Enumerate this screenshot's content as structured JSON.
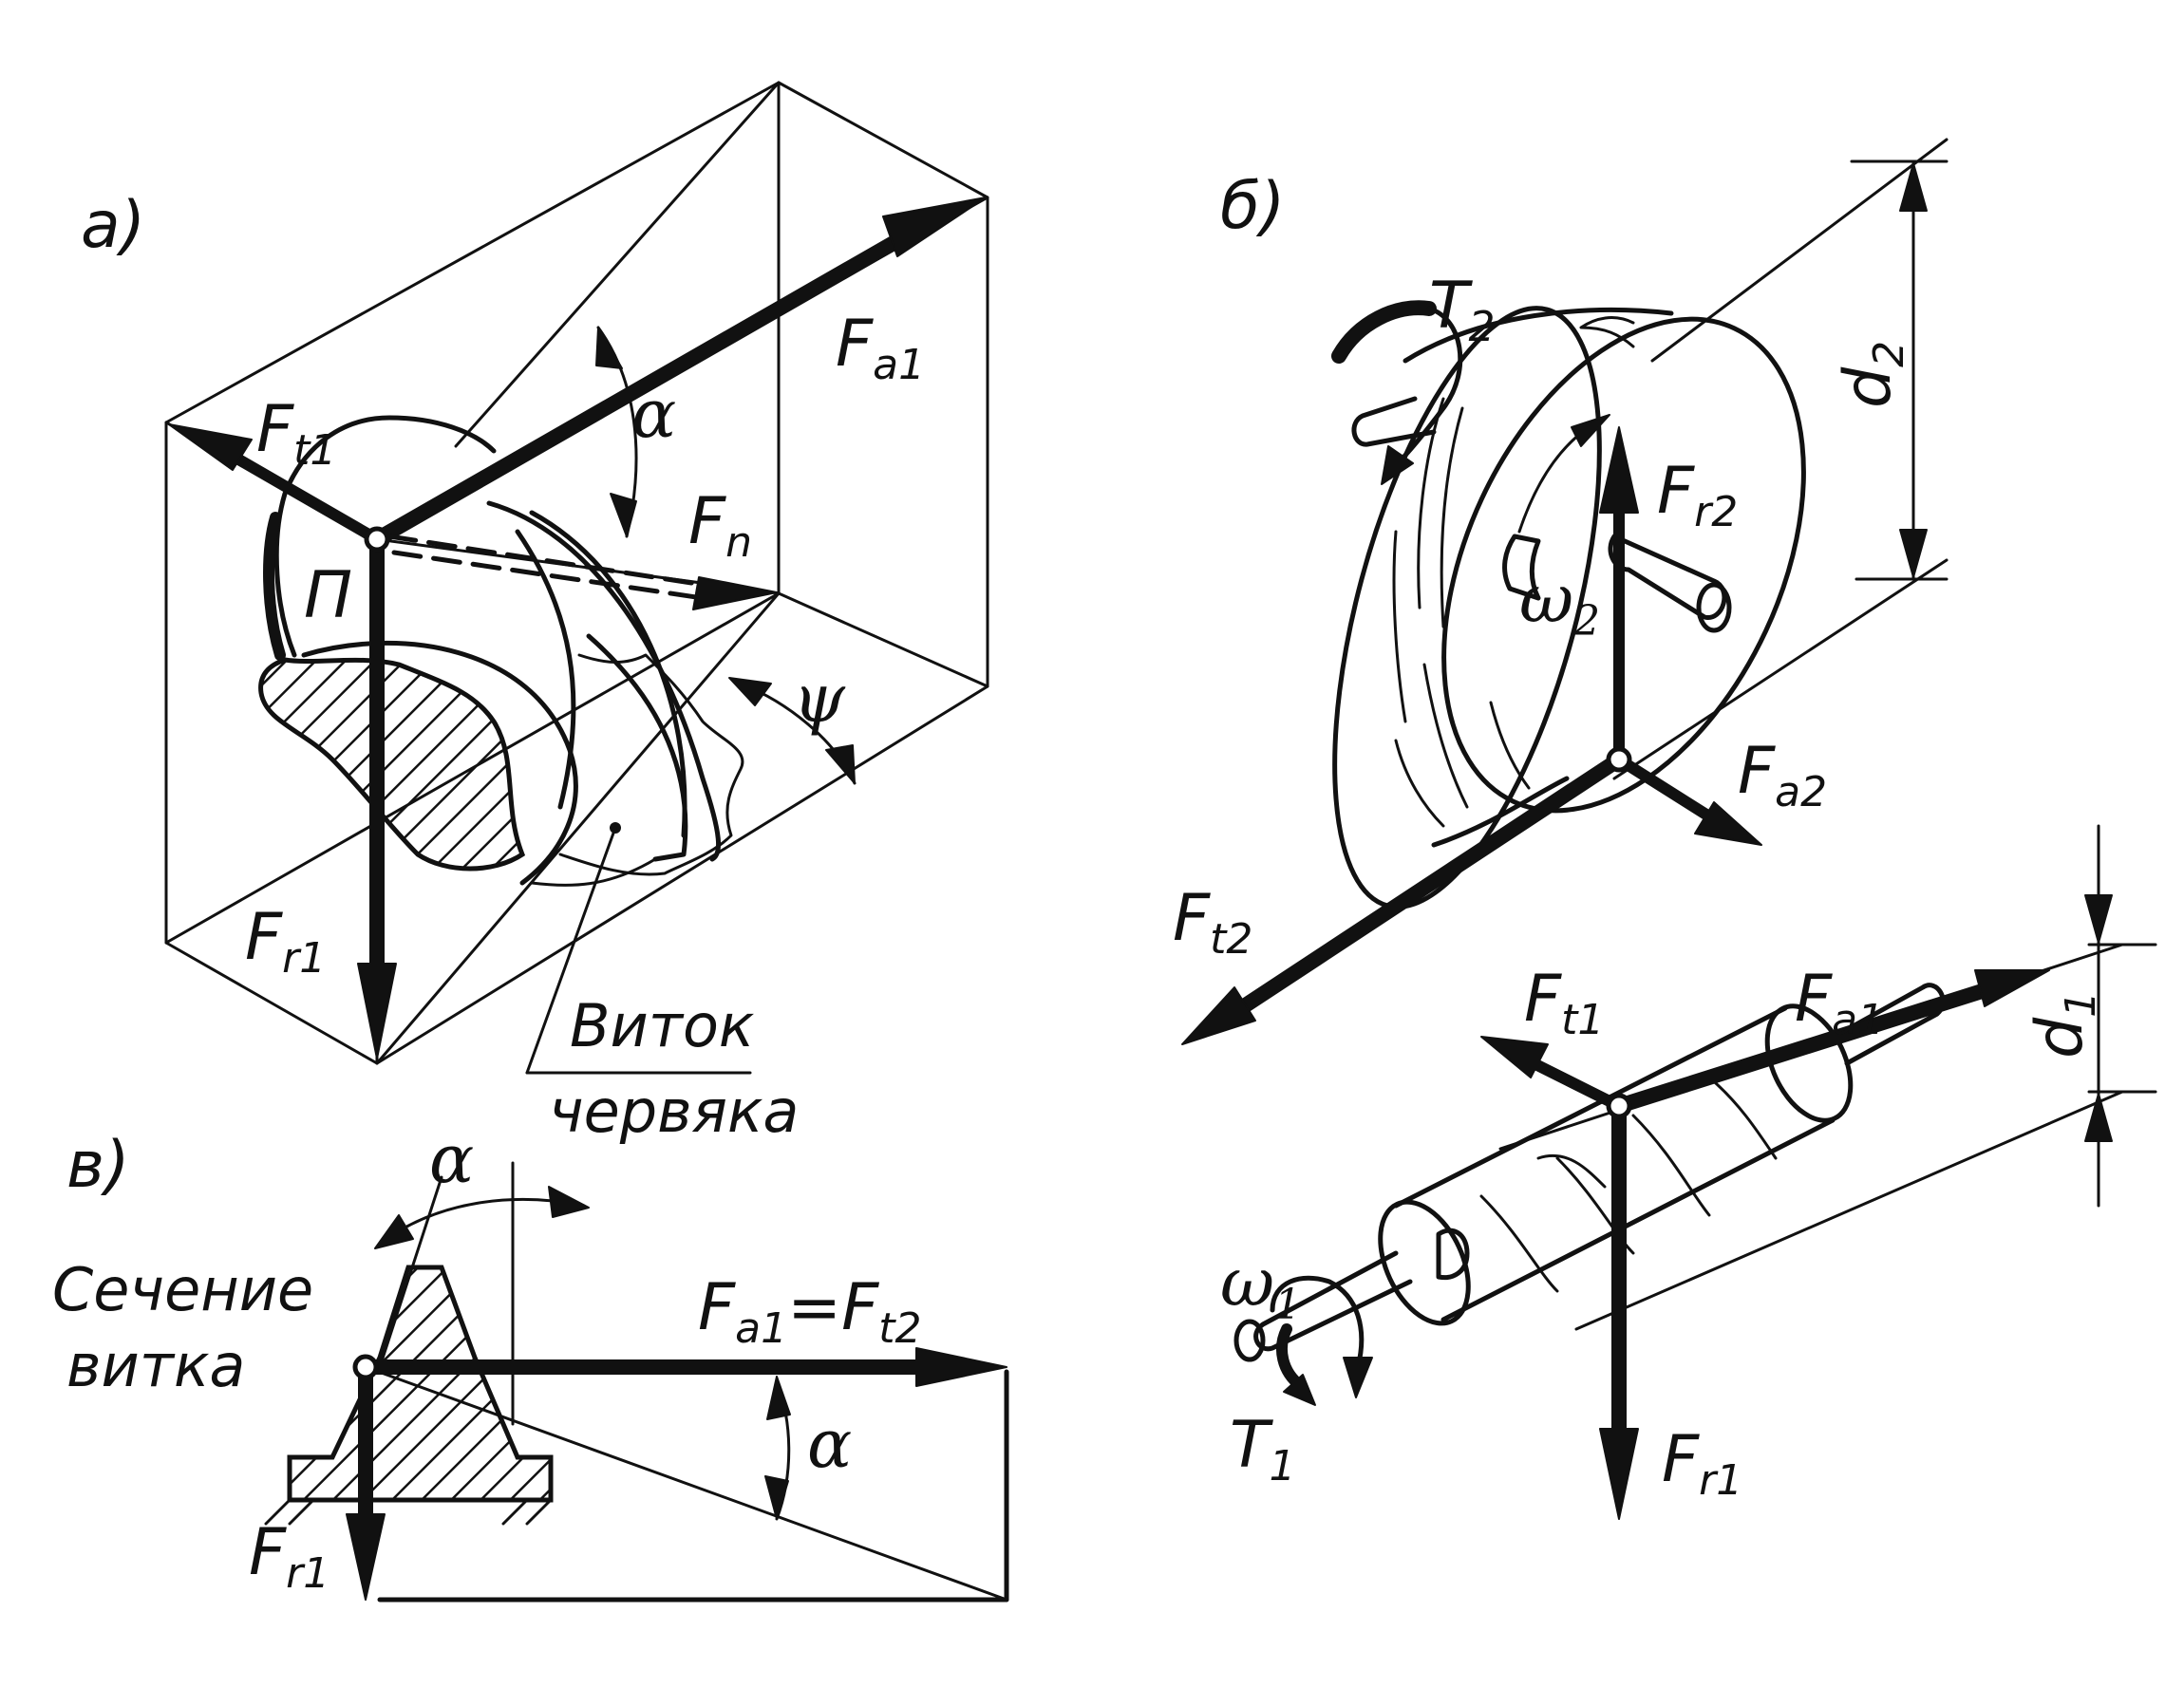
{
  "panels": {
    "a": {
      "tag": "а)",
      "Ft1": "F",
      "Ft1_sub": "t1",
      "Fa1": "F",
      "Fa1_sub": "a1",
      "Fr1": "F",
      "Fr1_sub": "r1",
      "Fn": "F",
      "Fn_sub": "n",
      "P": "П",
      "alpha": "α",
      "psi": "ψ",
      "note_line1": "Виток",
      "note_line2": "червяка"
    },
    "b": {
      "tag": "б)",
      "T2": "T",
      "T2_sub": "2",
      "d2": "d",
      "d2_sub": "2",
      "Fr2": "F",
      "Fr2_sub": "r2",
      "w2": "ω",
      "w2_sub": "2",
      "Fa2": "F",
      "Fa2_sub": "a2",
      "Ft2": "F",
      "Ft2_sub": "t2",
      "Fa1": "F",
      "Fa1_sub": "a1",
      "d1": "d",
      "d1_sub": "1",
      "Ft1": "F",
      "Ft1_sub": "t1",
      "Fr1": "F",
      "Fr1_sub": "r1",
      "w1": "ω",
      "w1_sub": "1",
      "T1": "T",
      "T1_sub": "1"
    },
    "c": {
      "tag": "в)",
      "section_line1": "Сечение",
      "section_line2": "витка",
      "eq_left": "F",
      "eq_left_sub": "a1",
      "eq_sign": "=",
      "eq_right": "F",
      "eq_right_sub": "t2",
      "alpha_top": "α",
      "alpha_right": "α",
      "Fr1": "F",
      "Fr1_sub": "r1"
    }
  }
}
